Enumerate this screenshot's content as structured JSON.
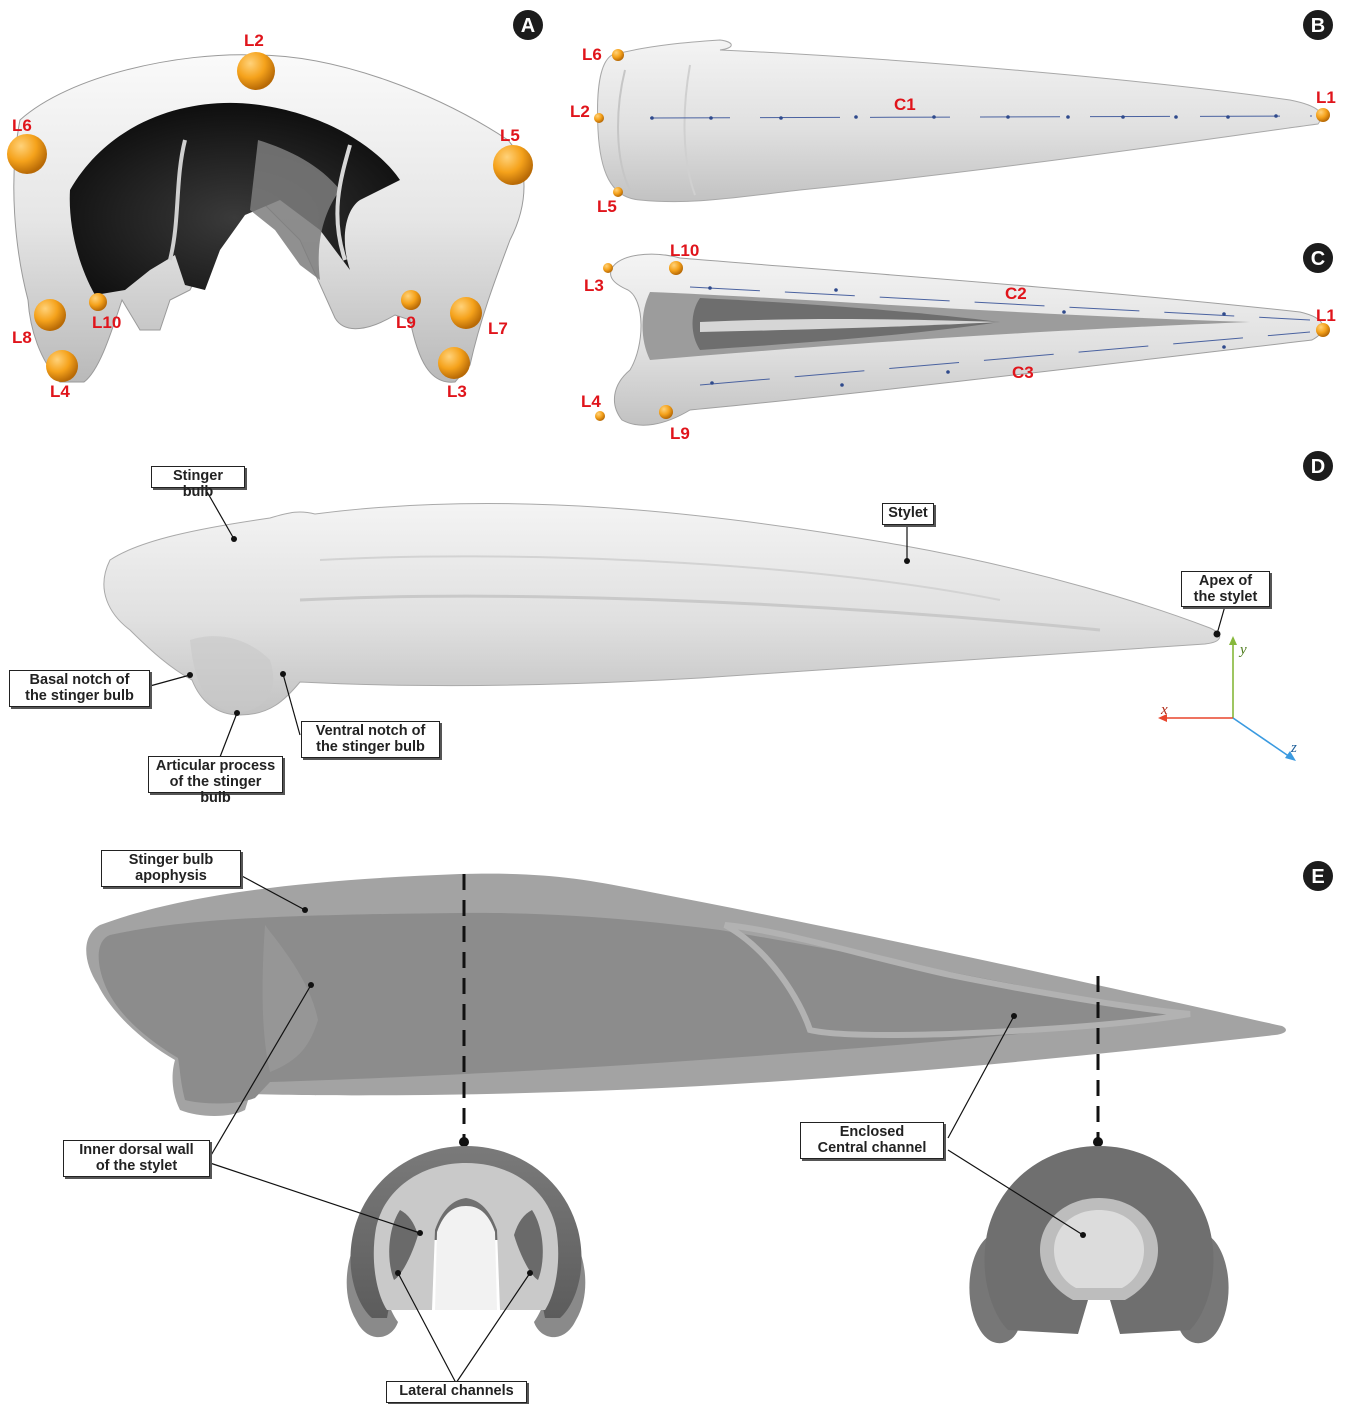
{
  "panels": {
    "a": "A",
    "b": "B",
    "c": "C",
    "d": "D",
    "e": "E"
  },
  "panel_a": {
    "landmarks": {
      "l2": "L2",
      "l5": "L5",
      "l6": "L6",
      "l8": "L8",
      "l10": "L10",
      "l9": "L9",
      "l7": "L7",
      "l4": "L4",
      "l3": "L3"
    }
  },
  "panel_b": {
    "landmarks": {
      "l6": "L6",
      "l2": "L2",
      "l5": "L5",
      "l1": "L1"
    },
    "curve": "C1"
  },
  "panel_c": {
    "landmarks": {
      "l10": "L10",
      "l3": "L3",
      "l4": "L4",
      "l9": "L9",
      "l1": "L1"
    },
    "curves": {
      "c2": "C2",
      "c3": "C3"
    }
  },
  "panel_d": {
    "labels": {
      "stinger_bulb": "Stinger bulb",
      "stylet": "Stylet",
      "apex": "Apex of\nthe stylet",
      "basal_notch": "Basal notch of\nthe stinger bulb",
      "ventral_notch": "Ventral notch of\nthe stinger bulb",
      "articular_process": "Articular process\nof the stinger bulb"
    },
    "axes": {
      "x": "x",
      "y": "y",
      "z": "z"
    }
  },
  "panel_e": {
    "labels": {
      "apophysis": "Stinger bulb\napophysis",
      "inner_dorsal_wall": "Inner dorsal wall\nof the stylet",
      "enclosed_central_channel": "Enclosed\nCentral channel",
      "lateral_channels": "Lateral channels"
    }
  },
  "colors": {
    "landmark": "#f5a21b",
    "landmark_text": "#e0141b",
    "axis_x": "#e8452c",
    "axis_y": "#86b83a",
    "axis_z": "#3a9ae0",
    "section_gray": "#8c8c8c"
  }
}
